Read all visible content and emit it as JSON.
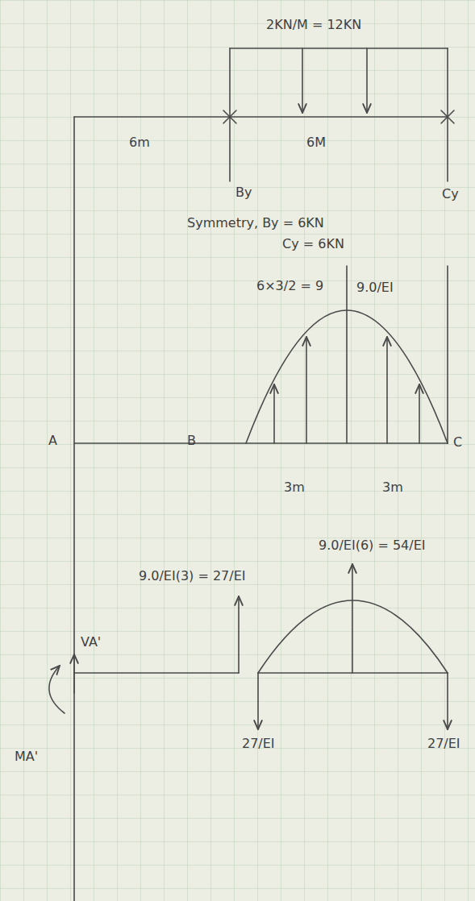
{
  "diagram": {
    "labels": [
      "2KN/M = 12KN",
      "6m",
      "6M",
      "By",
      "Cy",
      "Symmetry, By = 6KN",
      "Cy = 6KN",
      "6×3/2 = 9",
      "9.0/EI",
      "A",
      "B",
      "C",
      "3m",
      "3m",
      "9.0/EI(6) = 54/EI",
      "9.0/EI(3) = 27/EI",
      "VA'",
      "MA'",
      "27/EI",
      "27/EI"
    ]
  }
}
